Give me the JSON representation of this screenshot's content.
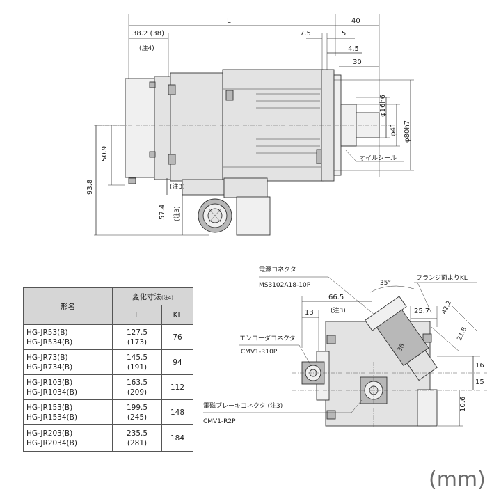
{
  "top_view": {
    "dim_L": "L",
    "dim_40": "40",
    "dim_38_2": "38.2 (38)",
    "note4": "(注4)",
    "dim_7_5": "7.5",
    "dim_5": "5",
    "dim_4_5": "4.5",
    "dim_30": "30",
    "dim_phi16": "φ16h6",
    "dim_phi41": "φ41",
    "dim_phi80": "φ80h7",
    "dim_50_9": "50.9",
    "dim_93_8": "93.8",
    "dim_57_4": "57.4",
    "note3_a": "(注3)",
    "note3_b": "(注3)",
    "oil_seal": "オイルシール"
  },
  "table": {
    "col_model": "形名",
    "col_var": "変化寸法",
    "col_var_note": "(注4)",
    "col_L": "L",
    "col_KL": "KL",
    "rows": [
      {
        "m1": "HG-JR53(B)",
        "m2": "HG-JR534(B)",
        "l1": "127.5",
        "l2": "(173)",
        "kl": "76"
      },
      {
        "m1": "HG-JR73(B)",
        "m2": "HG-JR734(B)",
        "l1": "145.5",
        "l2": "(191)",
        "kl": "94"
      },
      {
        "m1": "HG-JR103(B)",
        "m2": "HG-JR1034(B)",
        "l1": "163.5",
        "l2": "(209)",
        "kl": "112"
      },
      {
        "m1": "HG-JR153(B)",
        "m2": "HG-JR1534(B)",
        "l1": "199.5",
        "l2": "(245)",
        "kl": "148"
      },
      {
        "m1": "HG-JR203(B)",
        "m2": "HG-JR2034(B)",
        "l1": "235.5",
        "l2": "(281)",
        "kl": "184"
      }
    ]
  },
  "side_view": {
    "power_conn_label": "電源コネクタ",
    "power_conn_model": "MS3102A18-10P",
    "angle_35": "35°",
    "flange_kl": "フランジ面よりKL",
    "dim_66_5": "66.5",
    "note3_c": "(注3)",
    "dim_13": "13",
    "dim_25_7": "25.7",
    "dim_42_2": "42.2",
    "dim_21_8": "21.8",
    "dim_36": "36",
    "encoder_label": "エンコーダコネクタ",
    "encoder_model": "CMV1-R10P",
    "dim_16": "16",
    "dim_15": "15",
    "dim_10_6": "10.6",
    "brake_label": "電磁ブレーキコネクタ (注3)",
    "brake_model": "CMV1-R2P"
  },
  "unit": "(mm)"
}
